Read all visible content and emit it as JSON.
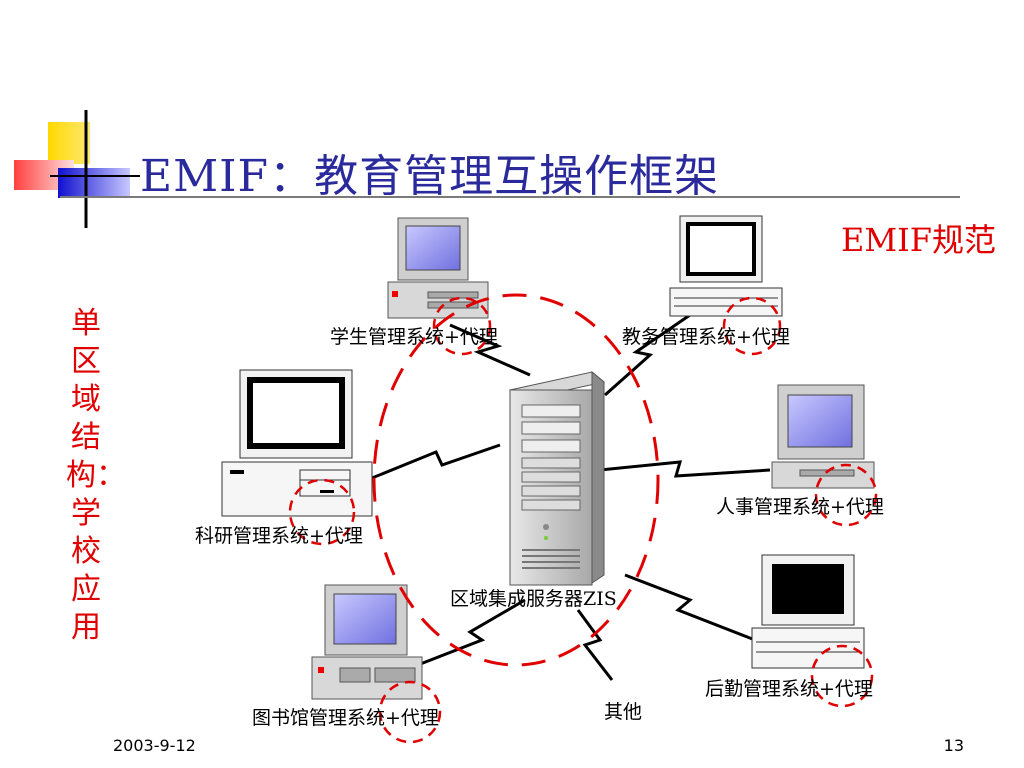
{
  "title": "EMIF：教育管理互操作框架",
  "spec_label": "EMIF规范",
  "side_label": "单区域结构：学校应用",
  "nodes": {
    "student": "学生管理系统+代理",
    "academic": "教务管理系统+代理",
    "research": "科研管理系统+代理",
    "personnel": "人事管理系统+代理",
    "library": "图书馆管理系统+代理",
    "logistics": "后勤管理系统+代理",
    "server": "区域集成服务器ZIS",
    "other": "其他"
  },
  "footer": {
    "date": "2003-9-12",
    "page": "13"
  },
  "colors": {
    "title": "#2a2a9c",
    "accent_red": "#e00000",
    "screen_blue": "#8a8ae8"
  }
}
